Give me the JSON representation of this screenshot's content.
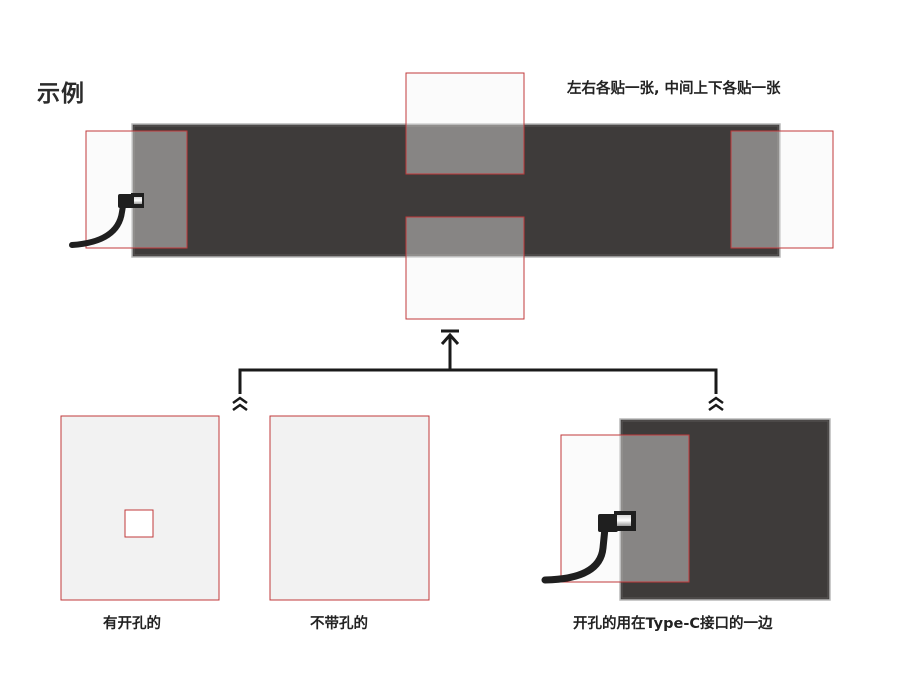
{
  "heading": "示例",
  "note": "左右各贴一张, 中间上下各贴一张",
  "captions": {
    "with_hole": "有开孔的",
    "without_hole": "不带孔的",
    "usage": "开孔的用在Type-C接口的一边"
  },
  "colors": {
    "panel": "#3e3b3a",
    "sticker_border": "#c0393b",
    "sticker_fill": "#f2f2f2",
    "connector": "#1f1f1f"
  }
}
